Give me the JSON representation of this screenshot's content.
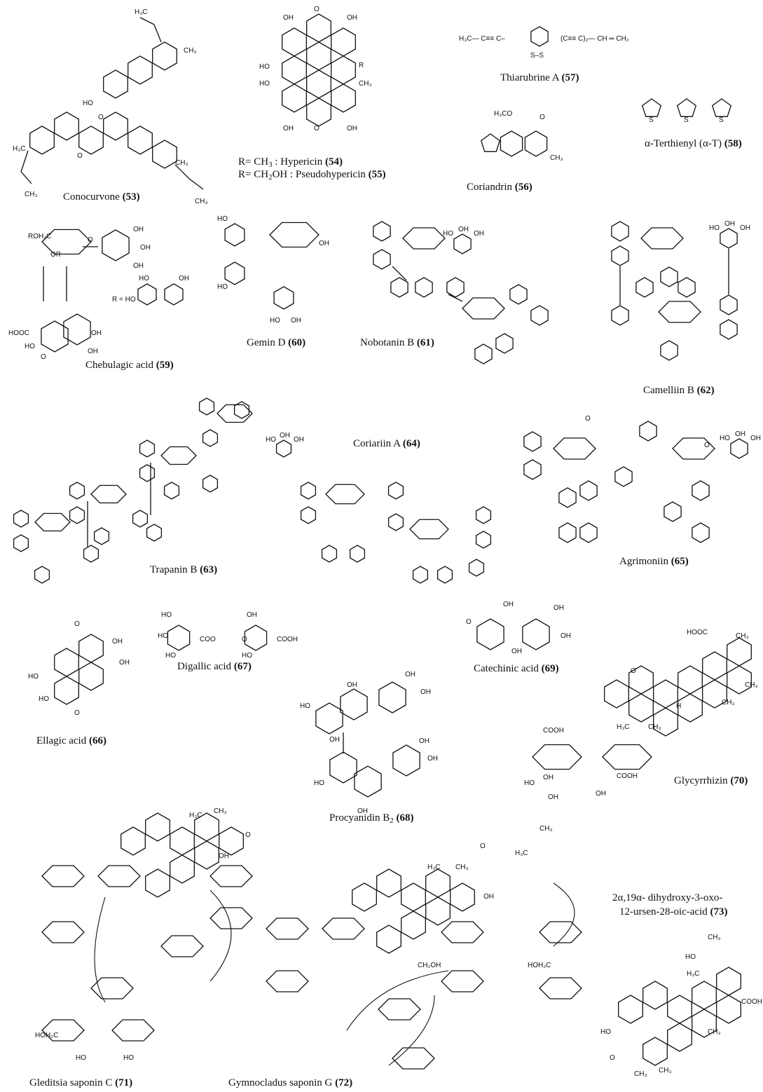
{
  "compounds": [
    {
      "id": "conocurvone",
      "name": "Conocurvone",
      "num": "53"
    },
    {
      "id": "hypericin",
      "line1_prefix": "R= CH",
      "line1_sub": "3",
      "line1_mid": " : Hypericin ",
      "line1_num": "54",
      "line2_prefix": "R= CH",
      "line2_sub": "2",
      "line2_mid": "OH : Pseudohypericin ",
      "line2_num": "55"
    },
    {
      "id": "thiarubrine",
      "name": "Thiarubrine A",
      "num": "57"
    },
    {
      "id": "terthienyl",
      "name": "α-Terthienyl (α-T)",
      "num": "58"
    },
    {
      "id": "coriandrin",
      "name": "Coriandrin",
      "num": "56"
    },
    {
      "id": "chebulagic",
      "name": "Chebulagic acid",
      "num": "59"
    },
    {
      "id": "gemin",
      "name": "Gemin D",
      "num": "60"
    },
    {
      "id": "nobotanin",
      "name": "Nobotanin B",
      "num": "61"
    },
    {
      "id": "camelliin",
      "name": "Camelliin B",
      "num": "62"
    },
    {
      "id": "coriariin",
      "name": "Coriariin A",
      "num": "64"
    },
    {
      "id": "trapanin",
      "name": "Trapanin B",
      "num": "63"
    },
    {
      "id": "agrimoniin",
      "name": "Agrimoniin",
      "num": "65"
    },
    {
      "id": "digallic",
      "name": "Digallic acid",
      "num": "67"
    },
    {
      "id": "catechinic",
      "name": "Catechinic acid",
      "num": "69"
    },
    {
      "id": "ellagic",
      "name": "Ellagic acid",
      "num": "66"
    },
    {
      "id": "glycyrrhizin",
      "name": "Glycyrrhizin",
      "num": "70"
    },
    {
      "id": "procyanidin",
      "name": "Procyanidin B",
      "sub": "2",
      "num": "68"
    },
    {
      "id": "ursenoic",
      "line1": "2α,19α- dihydroxy-3-oxo-",
      "line2": "12-ursen-28-oic-acid",
      "num": "73"
    },
    {
      "id": "gleditsia",
      "name": "Gleditsia saponin C",
      "num": "71"
    },
    {
      "id": "gymnocladus",
      "name": "Gymnocladus saponin G",
      "num": "72"
    }
  ],
  "fragments": {
    "oh": "OH",
    "ho": "HO",
    "o": "O",
    "ch3": "CH",
    "h3c": "H",
    "cooh": "COOH",
    "hooc": "HOOC",
    "h3co": "H₃CO",
    "s": "S",
    "ss": "S–S",
    "roh2c": "ROH₂C",
    "or": "OR",
    "r": "R",
    "r_eq": "R = HO",
    "coo": "COO",
    "h": "H",
    "ch2oh": "CH₂OH",
    "hoh2c": "HOH₂C",
    "ch2": "CH₂",
    "thia_left": "H₃C— C≡≡ C–",
    "thia_right": "(C≡≡ C)₂— CH ═ CH₂"
  }
}
